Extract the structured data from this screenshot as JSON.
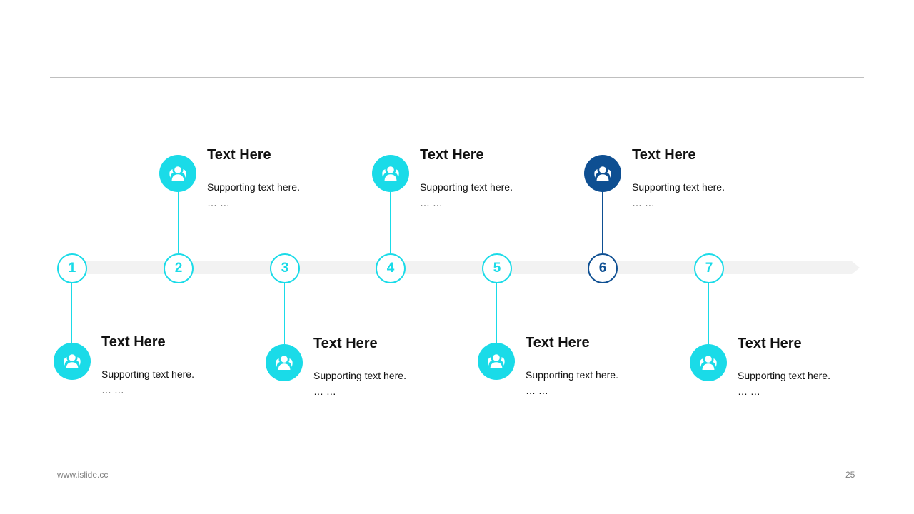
{
  "colors": {
    "accent": "#1adbe8",
    "highlight": "#0e4f92",
    "track": "#f2f2f2",
    "rule": "#bfbfbf"
  },
  "icons": {
    "node_icon": "user-group-icon"
  },
  "timeline": {
    "steps": [
      {
        "number": "1",
        "title": "Text Here",
        "text": "Supporting text here.",
        "ellipsis": "… …"
      },
      {
        "number": "2",
        "title": "Text Here",
        "text": "Supporting text here.",
        "ellipsis": "… …"
      },
      {
        "number": "3",
        "title": "Text Here",
        "text": "Supporting text here.",
        "ellipsis": "… …"
      },
      {
        "number": "4",
        "title": "Text Here",
        "text": "Supporting text here.",
        "ellipsis": "… …"
      },
      {
        "number": "5",
        "title": "Text Here",
        "text": "Supporting text here.",
        "ellipsis": "… …"
      },
      {
        "number": "6",
        "title": "Text Here",
        "text": "Supporting text here.",
        "ellipsis": "… …"
      },
      {
        "number": "7",
        "title": "Text Here",
        "text": "Supporting text here.",
        "ellipsis": "… …"
      }
    ]
  },
  "footer": {
    "url": "www.islide.cc",
    "page": "25"
  }
}
